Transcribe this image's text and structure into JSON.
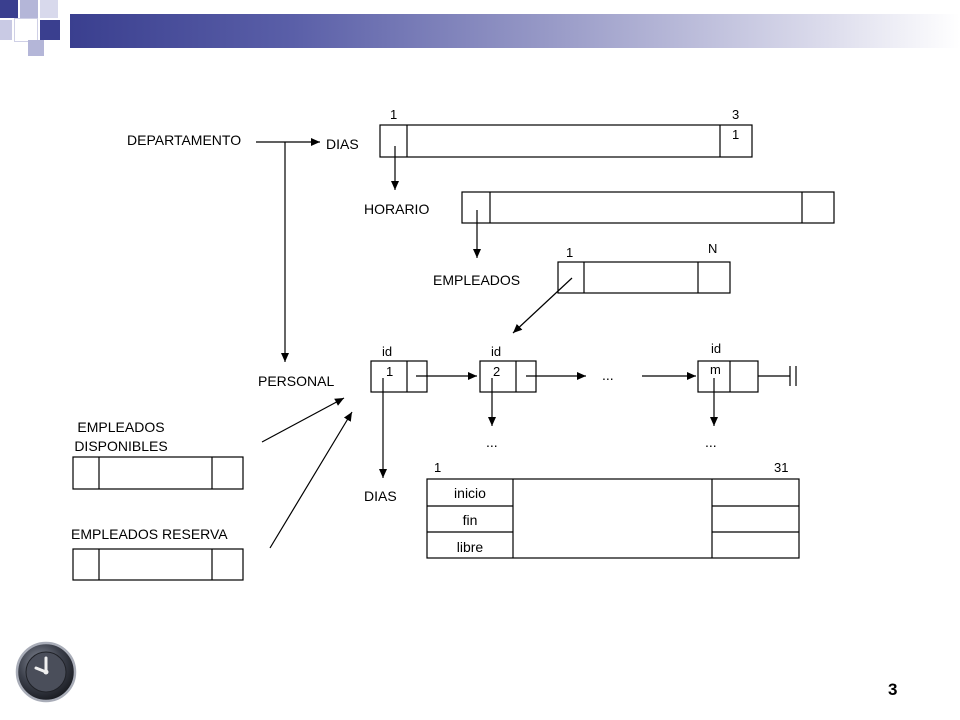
{
  "slide": {
    "page_number": "3"
  },
  "labels": {
    "departamento": "DEPARTAMENTO",
    "dias_top": "DIAS",
    "dias_idx_start": "1",
    "dias_idx_end_line1": "3",
    "dias_idx_end_line2": "1",
    "horario": "HORARIO",
    "empleados": "EMPLEADOS",
    "empleados_idx_start": "1",
    "empleados_idx_end": "N",
    "personal": "PERSONAL",
    "node1_id": "id",
    "node1_num": "1",
    "node2_id": "id",
    "node2_num": "2",
    "nodem_id": "id",
    "nodem_num": "m",
    "ellipsis_mid": "...",
    "ellipsis_below2": "...",
    "ellipsis_belowm": "...",
    "emp_disponibles_line1": "EMPLEADOS",
    "emp_disponibles_line2": "DISPONIBLES",
    "emp_reserva": "EMPLEADOS RESERVA",
    "dias_bottom": "DIAS",
    "dias_bottom_start": "1",
    "dias_bottom_end": "31",
    "inicio": "inicio",
    "fin": "fin",
    "libre": "libre"
  }
}
